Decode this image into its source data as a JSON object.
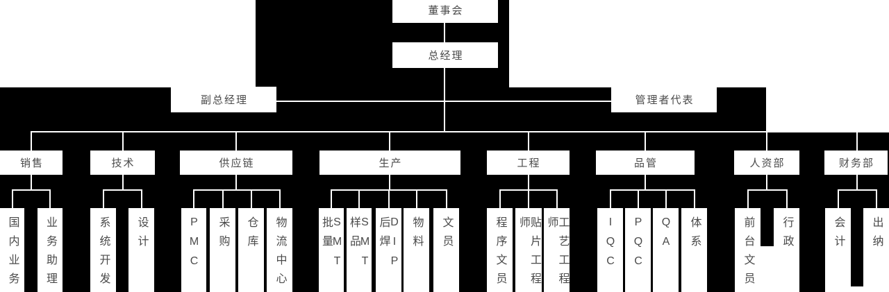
{
  "org": {
    "root": {
      "label": "董事会"
    },
    "general_manager": {
      "label": "总经理"
    },
    "deputies": [
      {
        "label": "副总经理"
      },
      {
        "label": "管理者代表"
      }
    ],
    "departments": [
      {
        "label": "销售",
        "children": [
          {
            "label": "国内业务"
          },
          {
            "label": "业务助理"
          }
        ]
      },
      {
        "label": "技术",
        "children": [
          {
            "label": "系统开发"
          },
          {
            "label": "设计"
          }
        ]
      },
      {
        "label": "供应链",
        "children": [
          {
            "label": "PMC"
          },
          {
            "label": "采购"
          },
          {
            "label": "仓库"
          },
          {
            "label": "物流中心"
          }
        ]
      },
      {
        "label": "生产",
        "children": [
          {
            "label": "SMT批量"
          },
          {
            "label": "SMT样品"
          },
          {
            "label": "DIP后焊"
          },
          {
            "label": "物料"
          },
          {
            "label": "文员"
          }
        ]
      },
      {
        "label": "工程",
        "children": [
          {
            "label": "程序文员"
          },
          {
            "label": "贴片工程师"
          },
          {
            "label": "工艺工程师"
          }
        ]
      },
      {
        "label": "品管",
        "children": [
          {
            "label": "IQC"
          },
          {
            "label": "PQC"
          },
          {
            "label": "QA"
          },
          {
            "label": "体系"
          }
        ]
      },
      {
        "label": "人资部",
        "children": [
          {
            "label": "前台文员"
          },
          {
            "label": "行政"
          }
        ]
      },
      {
        "label": "财务部",
        "children": [
          {
            "label": "会计"
          },
          {
            "label": "出纳"
          }
        ]
      }
    ]
  },
  "colors": {
    "background": "#000000",
    "box_fill": "#ffffff",
    "line": "#ffffff",
    "text": "#4a4a4a"
  }
}
